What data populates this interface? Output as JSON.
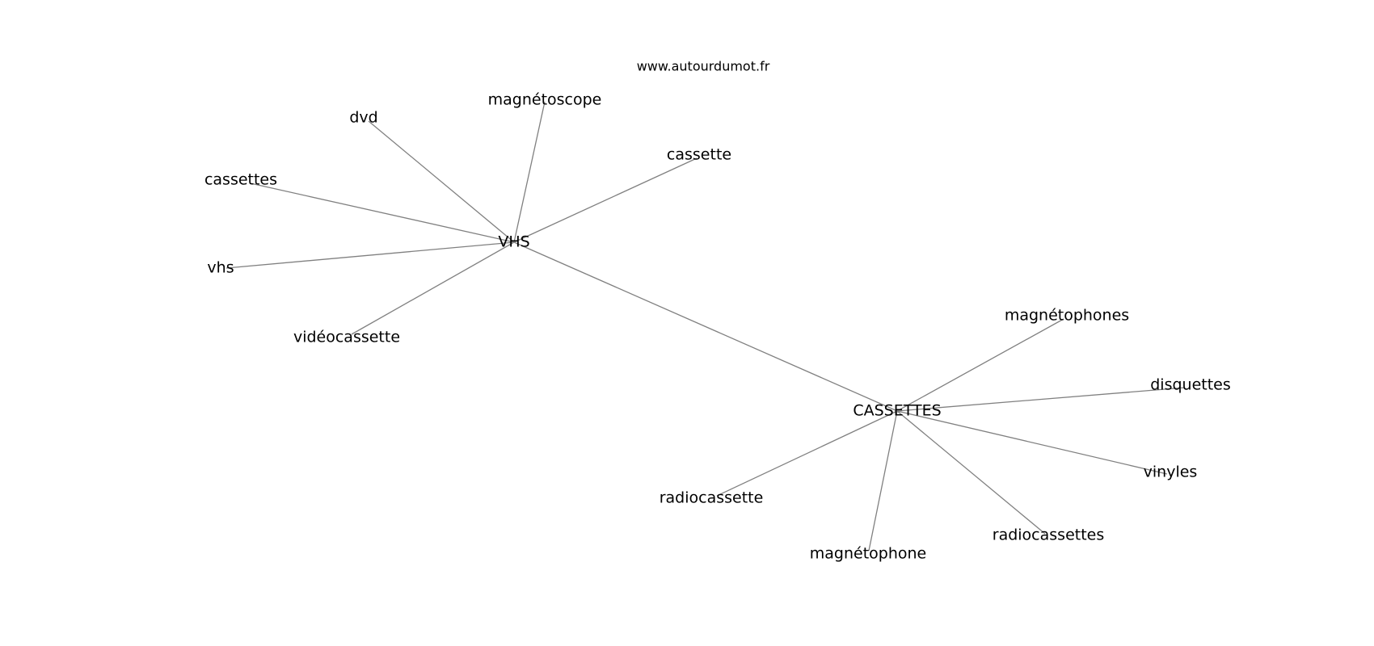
{
  "source": "www.autourdumot.fr",
  "nodes": [
    {
      "id": "vhs_hub",
      "label": "VHS"
    },
    {
      "id": "cassettes_hub",
      "label": "CASSETTES"
    },
    {
      "id": "magnetoscope",
      "label": "magnétoscope"
    },
    {
      "id": "dvd",
      "label": "dvd"
    },
    {
      "id": "cassette",
      "label": "cassette"
    },
    {
      "id": "cassettes",
      "label": "cassettes"
    },
    {
      "id": "vhs",
      "label": "vhs"
    },
    {
      "id": "videocassette",
      "label": "vidéocassette"
    },
    {
      "id": "magnetophones",
      "label": "magnétophones"
    },
    {
      "id": "disquettes",
      "label": "disquettes"
    },
    {
      "id": "vinyles",
      "label": "vinyles"
    },
    {
      "id": "radiocassette",
      "label": "radiocassette"
    },
    {
      "id": "radiocassettes",
      "label": "radiocassettes"
    },
    {
      "id": "magnetophone",
      "label": "magnétophone"
    }
  ],
  "edges": [
    [
      "vhs_hub",
      "cassettes_hub"
    ],
    [
      "vhs_hub",
      "magnetoscope"
    ],
    [
      "vhs_hub",
      "dvd"
    ],
    [
      "vhs_hub",
      "cassette"
    ],
    [
      "vhs_hub",
      "cassettes"
    ],
    [
      "vhs_hub",
      "vhs"
    ],
    [
      "vhs_hub",
      "videocassette"
    ],
    [
      "cassettes_hub",
      "magnetophones"
    ],
    [
      "cassettes_hub",
      "disquettes"
    ],
    [
      "cassettes_hub",
      "vinyles"
    ],
    [
      "cassettes_hub",
      "radiocassette"
    ],
    [
      "cassettes_hub",
      "radiocassettes"
    ],
    [
      "cassettes_hub",
      "magnetophone"
    ]
  ]
}
